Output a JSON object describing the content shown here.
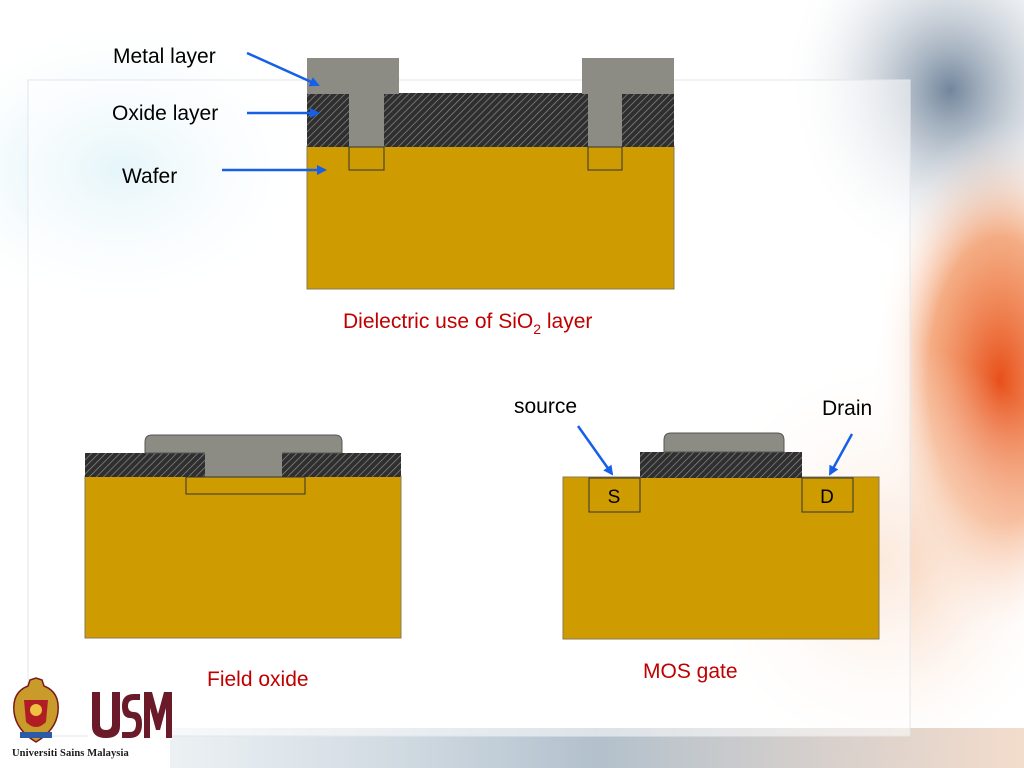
{
  "diagram": {
    "top": {
      "labels": {
        "metal": "Metal layer",
        "oxide": "Oxide layer",
        "wafer": "Wafer"
      },
      "caption_main": "Dielectric use of SiO",
      "caption_sub": "2",
      "caption_tail": " layer"
    },
    "field_oxide": {
      "caption": "Field oxide"
    },
    "mos": {
      "caption": "MOS gate",
      "source_label": "source",
      "drain_label": "Drain",
      "s_region": "S",
      "d_region": "D"
    }
  },
  "logo": {
    "text": "Universiti Sains Malaysia"
  },
  "colors": {
    "wafer": "#CE9C00",
    "metal": "#8C8C84",
    "oxide": "#3a3a3a",
    "caption": "#C00000",
    "arrow": "#1560E8"
  }
}
